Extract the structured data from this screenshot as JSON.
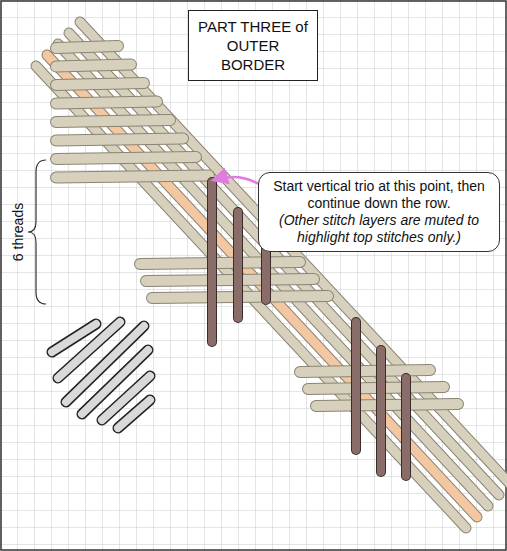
{
  "diagram": {
    "title": "PART THREE of OUTER BORDER",
    "nodes": [
      {
        "text": [
          "Start vertical trio at this point, then continue down the row.",
          "(Other stitch layers are muted to highlight top stitches only.)"
        ]
      }
    ],
    "labels": [
      "6 threads"
    ]
  }
}
